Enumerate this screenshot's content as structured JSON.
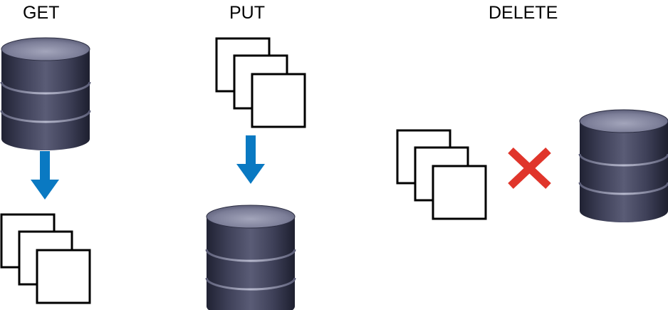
{
  "operations": {
    "get": {
      "label": "GET"
    },
    "put": {
      "label": "PUT"
    },
    "delete": {
      "label": "DELETE"
    }
  },
  "icons": {
    "database": "database-icon",
    "documents": "document-stack-icon",
    "arrow": "arrow-down-icon",
    "delete_mark": "cross-icon"
  },
  "colors": {
    "arrow": "#0a79c2",
    "cross": "#e0352b",
    "database_body": "#3d3f58",
    "database_highlight": "#8a8ca4",
    "document_stroke": "#000000"
  }
}
